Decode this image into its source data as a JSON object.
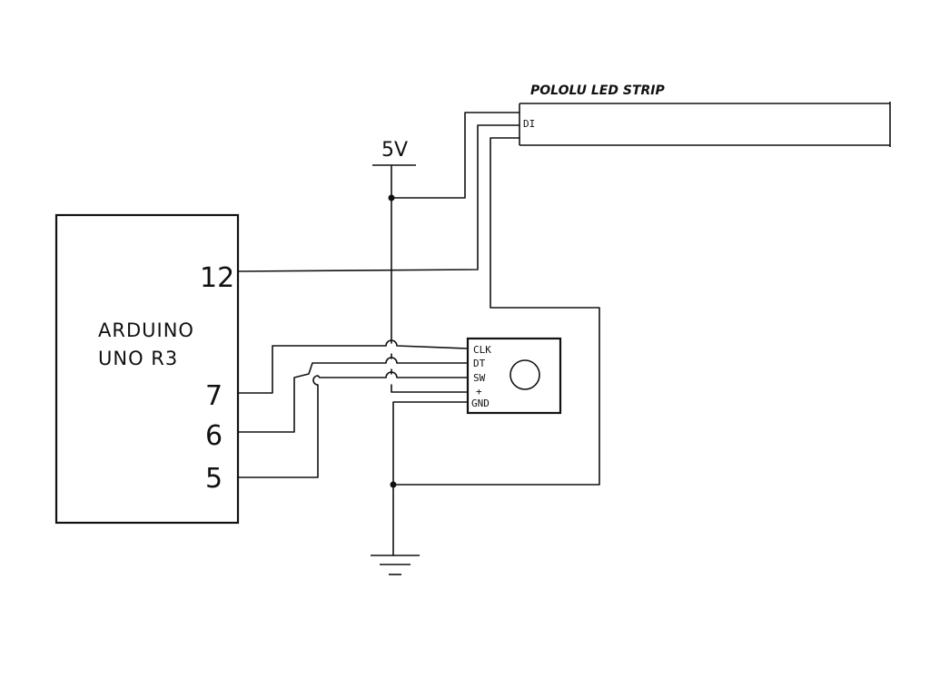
{
  "arduino": {
    "title_line1": "ARDUINO",
    "title_line2": "UNO R3",
    "pins": {
      "p12": "12",
      "p7": "7",
      "p6": "6",
      "p5": "5"
    }
  },
  "power": {
    "vcc_label": "5V"
  },
  "led_strip": {
    "title": "POLOLU LED STRIP",
    "din_label": "DI"
  },
  "encoder": {
    "pins": {
      "clk": "CLK",
      "dt": "DT",
      "sw": "SW",
      "plus": "+",
      "gnd": "GND"
    }
  }
}
